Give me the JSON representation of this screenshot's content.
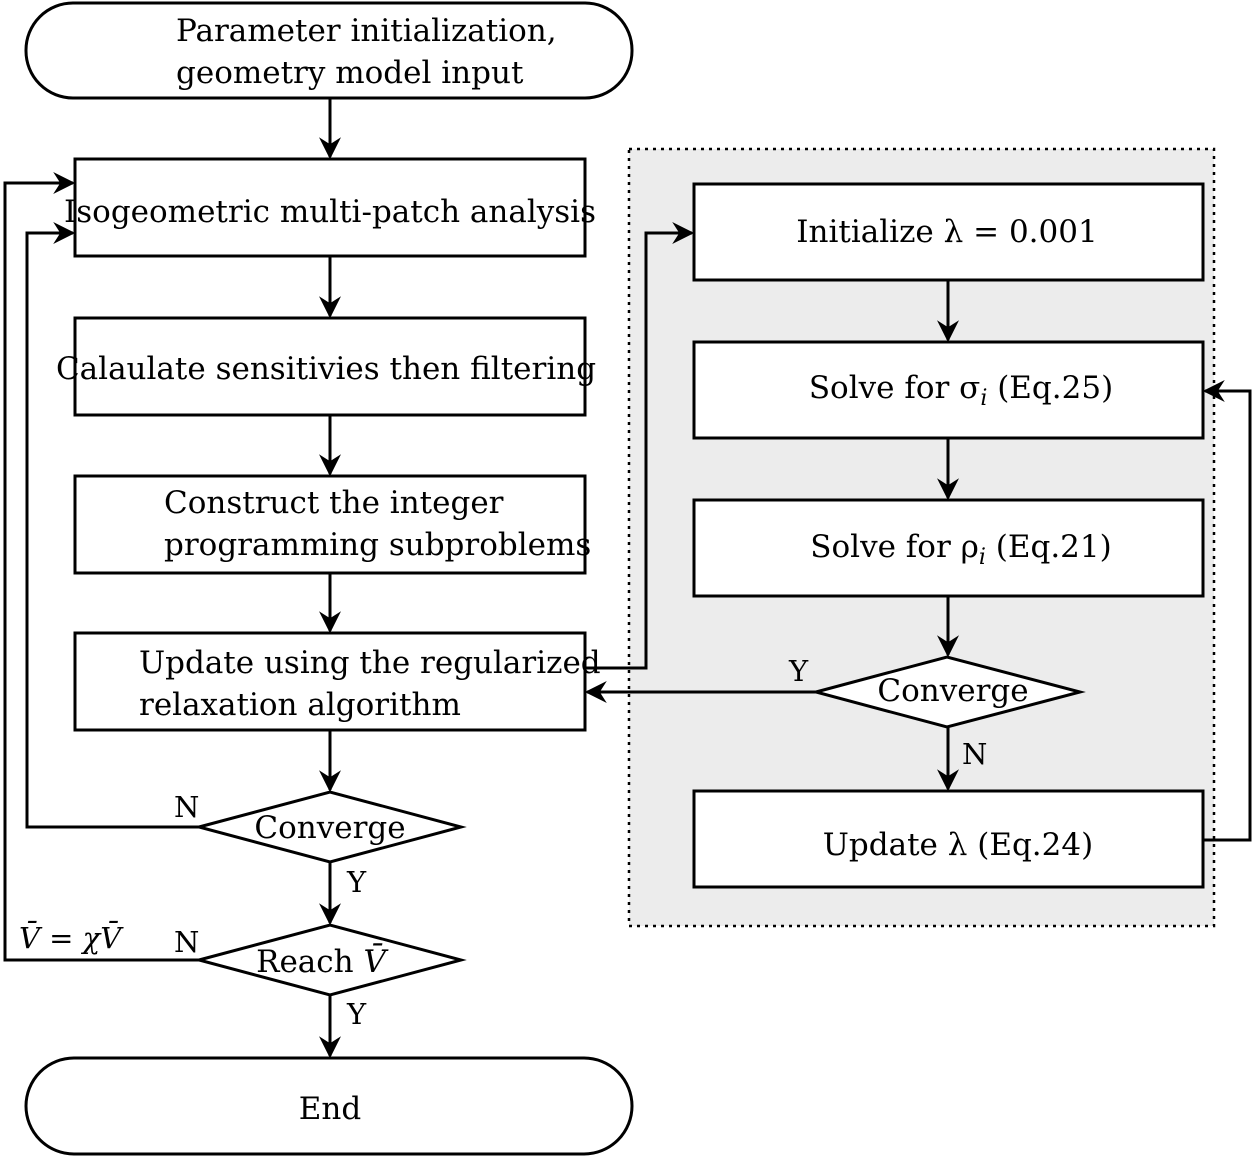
{
  "nodes": {
    "start": {
      "line1": "Parameter initialization,",
      "line2": "geometry model input"
    },
    "iga": {
      "label": "Isogeometric multi-patch analysis"
    },
    "sens": {
      "label": "Calaulate sensitivies then filtering"
    },
    "construct": {
      "line1": "Construct the integer",
      "line2": "programming subproblems"
    },
    "update": {
      "line1": "Update using the regularized",
      "line2": "relaxation algorithm"
    },
    "converge_main": {
      "label": "Converge"
    },
    "reach": {
      "label": "Reach",
      "symbol": "V̄"
    },
    "end": {
      "label": "End"
    },
    "init_lambda": {
      "label": "Initialize λ = 0.001"
    },
    "solve_sigma": {
      "prefix": "Solve for σ",
      "sub": "i",
      "suffix": " (Eq.25)"
    },
    "solve_rho": {
      "prefix": "Solve for ρ",
      "sub": "i",
      "suffix": " (Eq.21)"
    },
    "converge_sub": {
      "label": "Converge"
    },
    "update_lambda": {
      "label": "Update λ (Eq.24)"
    }
  },
  "edge_labels": {
    "converge_main_no": "N",
    "converge_main_yes": "Y",
    "reach_no": "N",
    "reach_yes": "Y",
    "converge_sub_yes": "Y",
    "converge_sub_no": "N",
    "volume_update": "V̄ = χV̄"
  },
  "colors": {
    "subprocess_fill": "#ececec",
    "stroke": "#000000",
    "box_fill": "#ffffff"
  }
}
